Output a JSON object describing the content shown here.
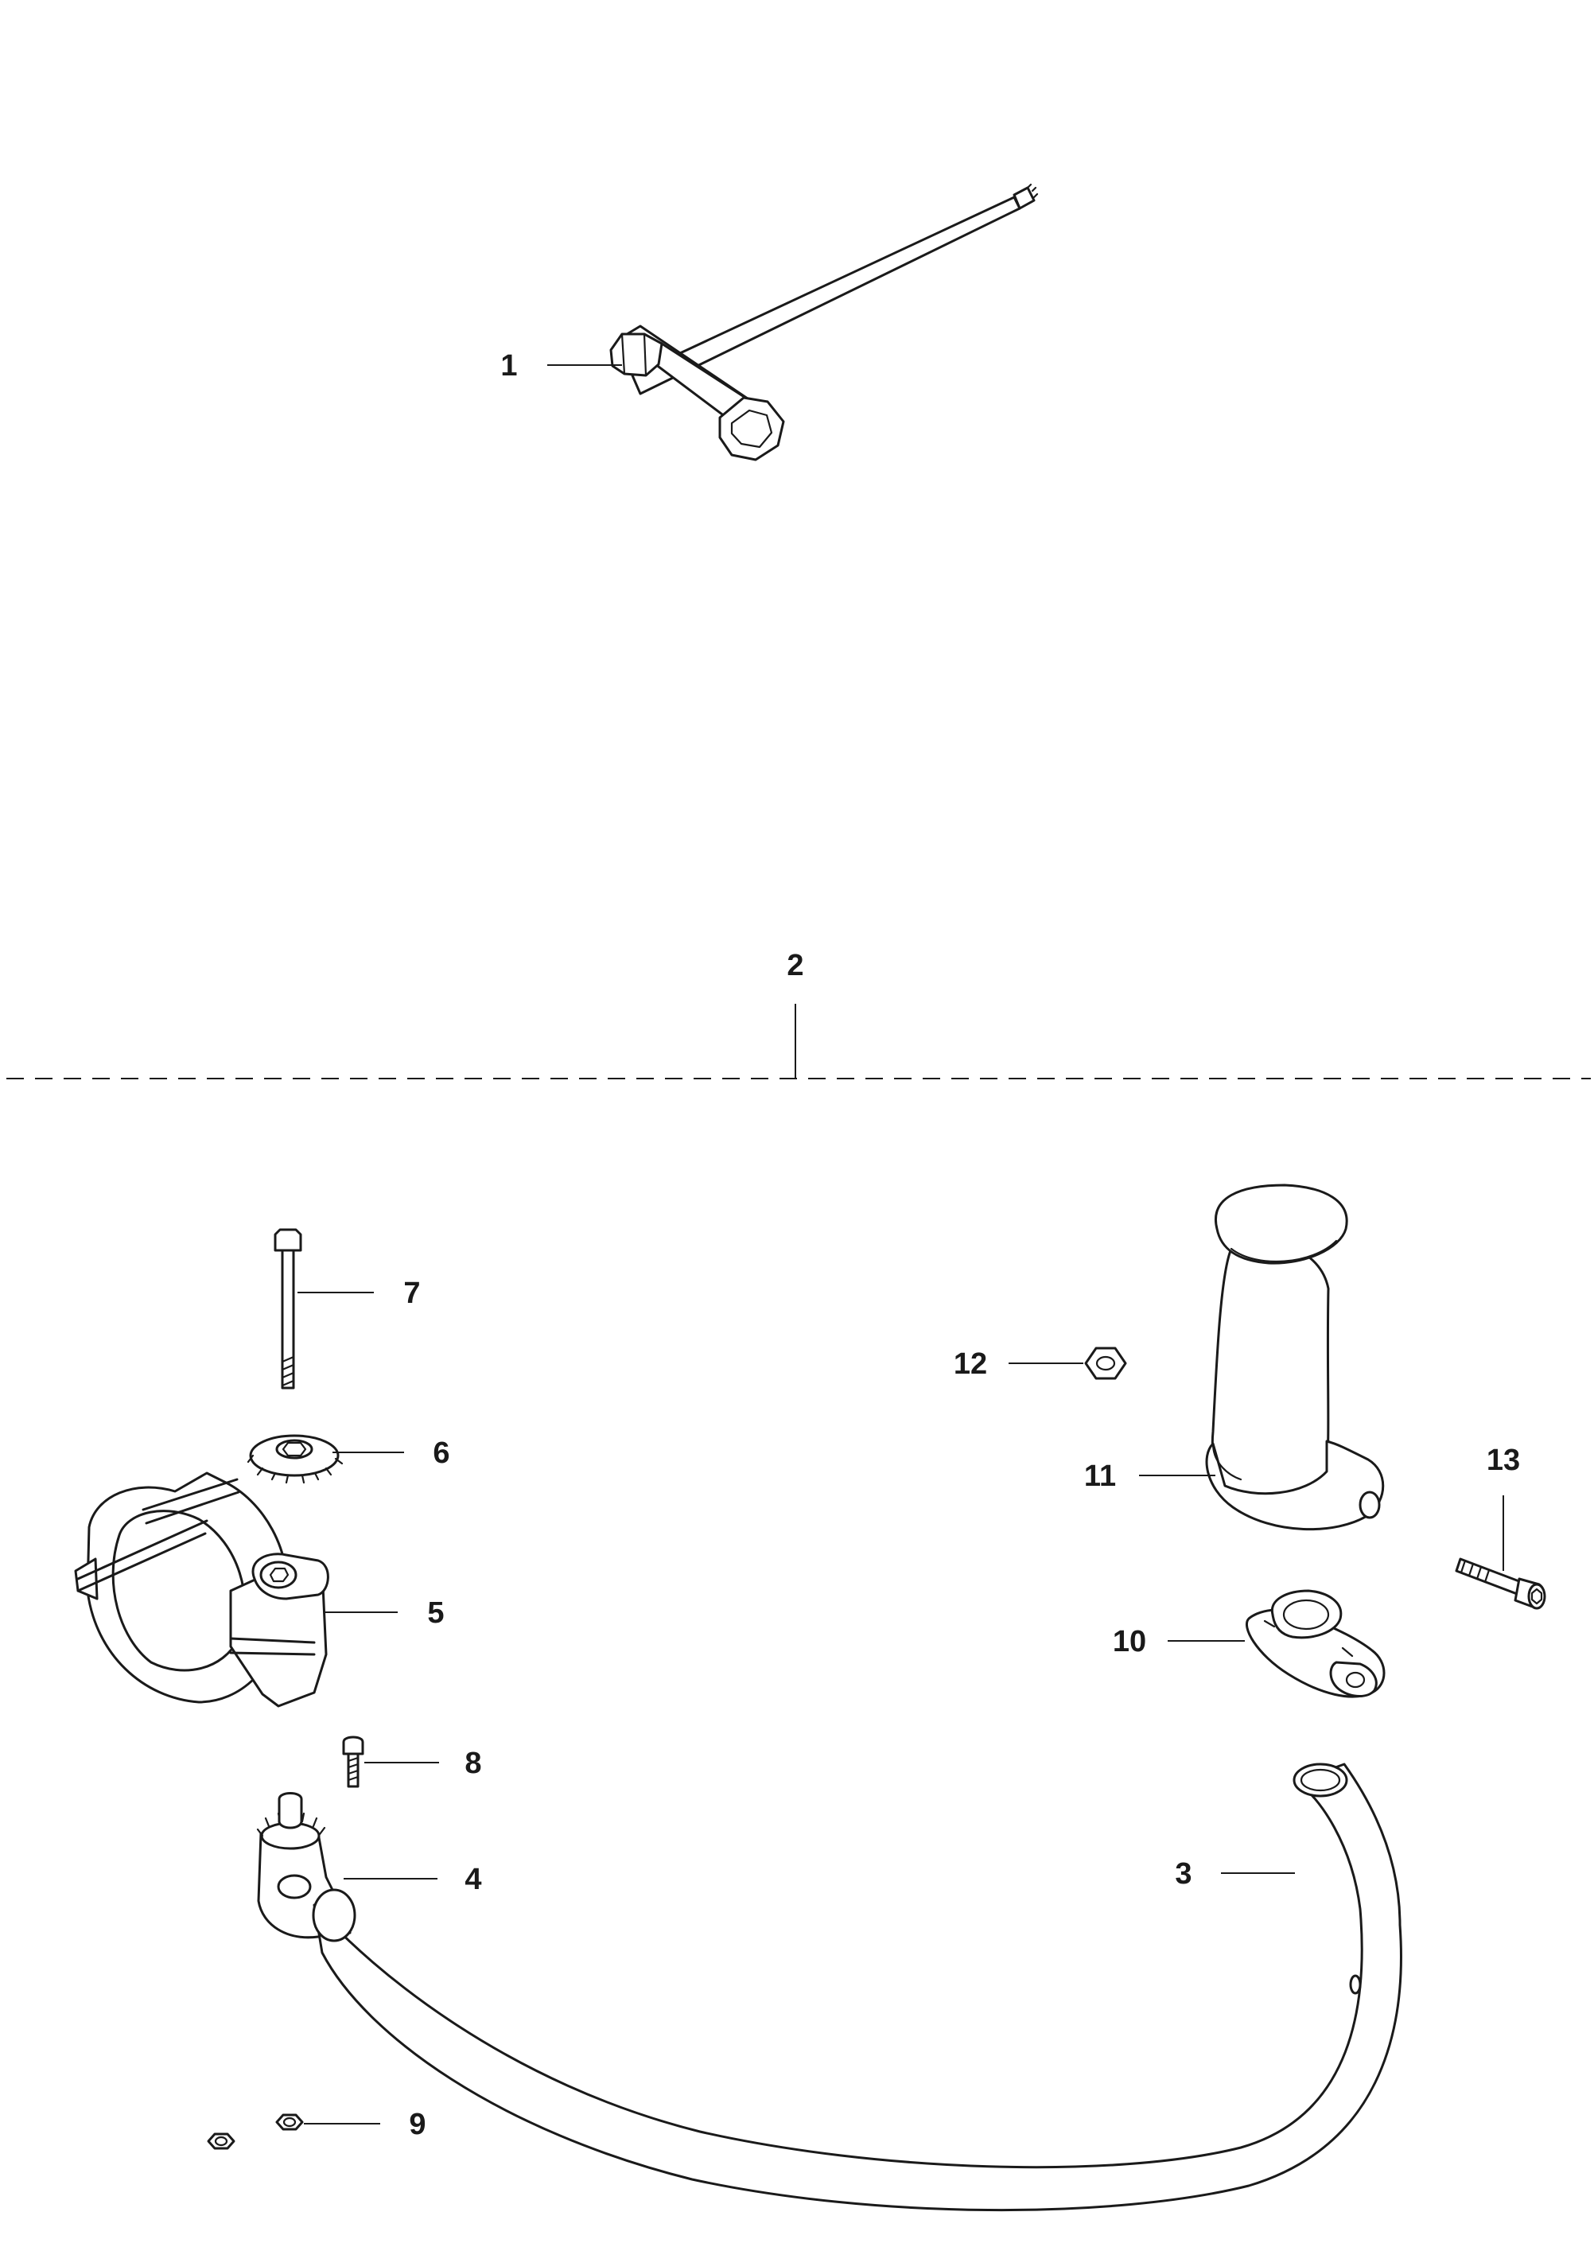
{
  "callouts": [
    {
      "id": "1",
      "text": "1"
    },
    {
      "id": "2",
      "text": "2"
    },
    {
      "id": "3",
      "text": "3"
    },
    {
      "id": "4",
      "text": "4"
    },
    {
      "id": "5",
      "text": "5"
    },
    {
      "id": "6",
      "text": "6"
    },
    {
      "id": "7",
      "text": "7"
    },
    {
      "id": "8",
      "text": "8"
    },
    {
      "id": "9",
      "text": "9"
    },
    {
      "id": "10",
      "text": "10"
    },
    {
      "id": "11",
      "text": "11"
    },
    {
      "id": "12",
      "text": "12"
    },
    {
      "id": "13",
      "text": "13"
    }
  ],
  "colors": {
    "line": "#1a1a1a",
    "background": "#ffffff"
  }
}
